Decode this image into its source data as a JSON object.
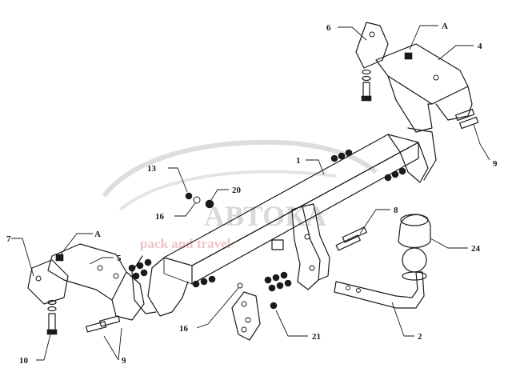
{
  "watermark": {
    "logo_text": "АВТОКА",
    "tagline": "pack and travel"
  },
  "part_labels": {
    "p1": "1",
    "p2": "2",
    "p4": "4",
    "p5": "5",
    "p6": "6",
    "p7": "7",
    "p8": "8",
    "p9_right": "9",
    "p9_left": "9",
    "p10": "10",
    "p13": "13",
    "p16_upper": "16",
    "p16_lower": "16",
    "p20": "20",
    "p21": "21",
    "p24": "24",
    "a_right": "A",
    "a_left": "A"
  }
}
